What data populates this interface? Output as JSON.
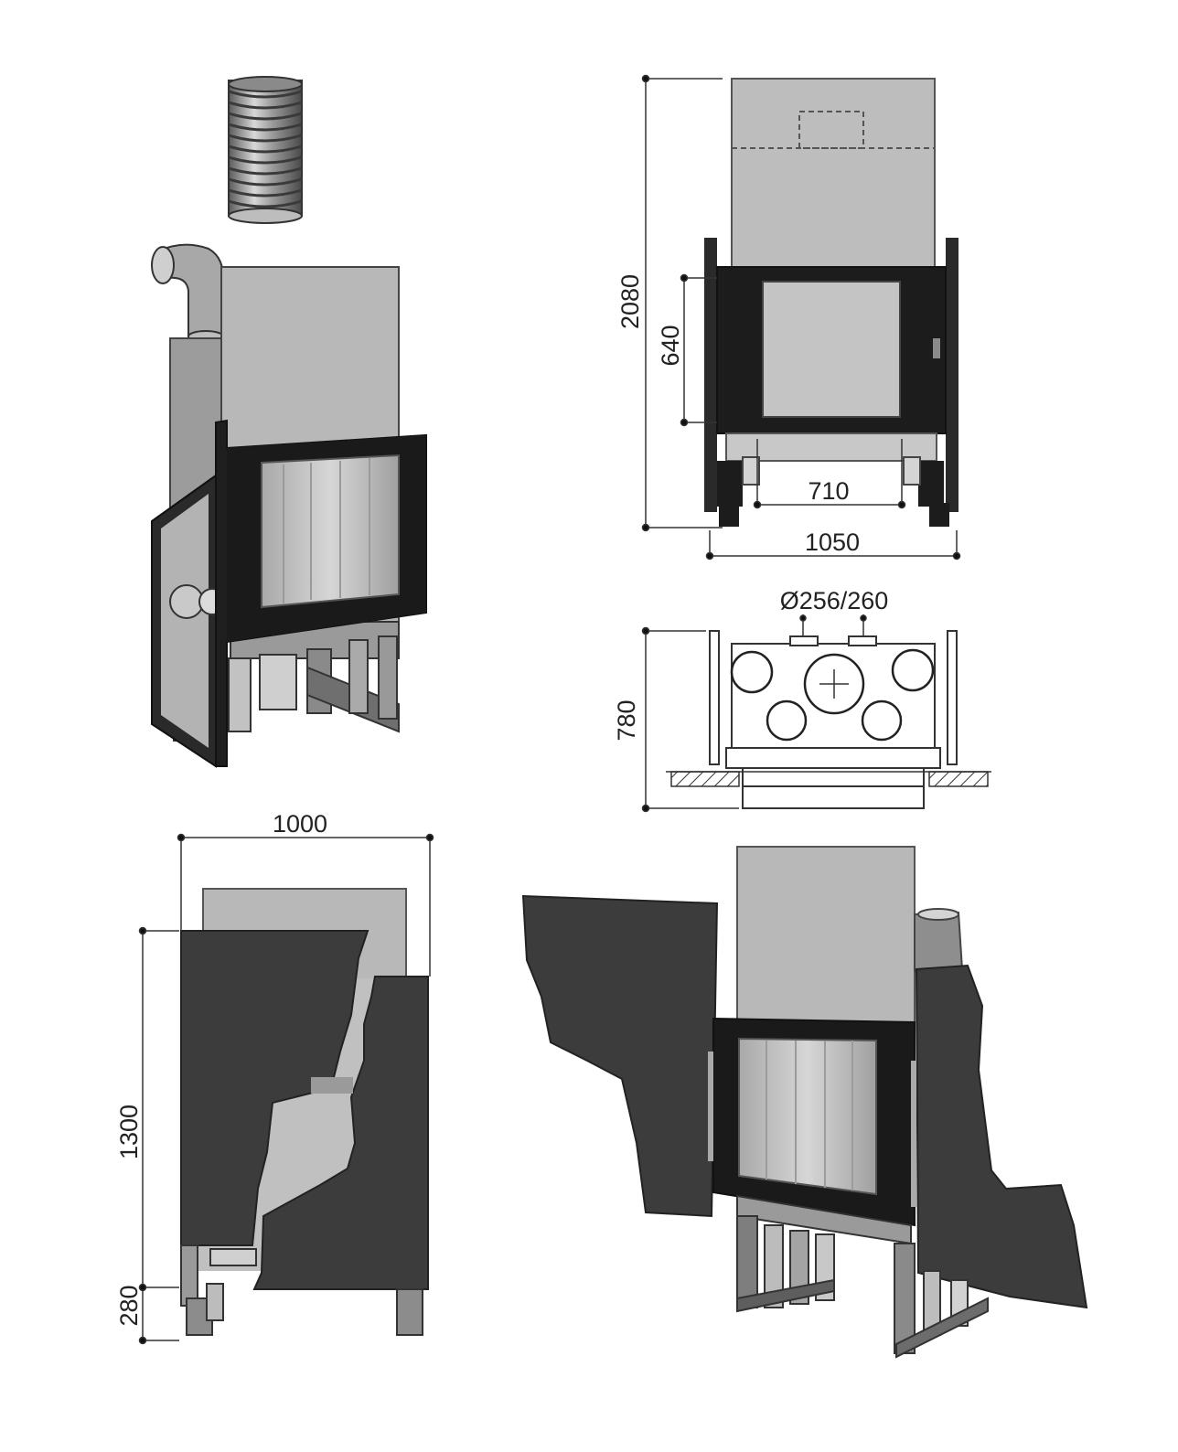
{
  "colors": {
    "background": "#ffffff",
    "panel_light": "#b8b8b8",
    "panel_mid": "#9c9c9c",
    "frame_dark": "#1a1a1a",
    "cladding": "#3c3c3c",
    "glass": "#c4c4c4",
    "line": "#333333"
  },
  "dimensions": {
    "total_height": "2080",
    "door_height": "640",
    "inner_width": "710",
    "outer_width": "1050",
    "flue_diameter": "Ø256/260",
    "depth": "780",
    "side_width": "1000",
    "body_height": "1300",
    "base_height": "280"
  }
}
